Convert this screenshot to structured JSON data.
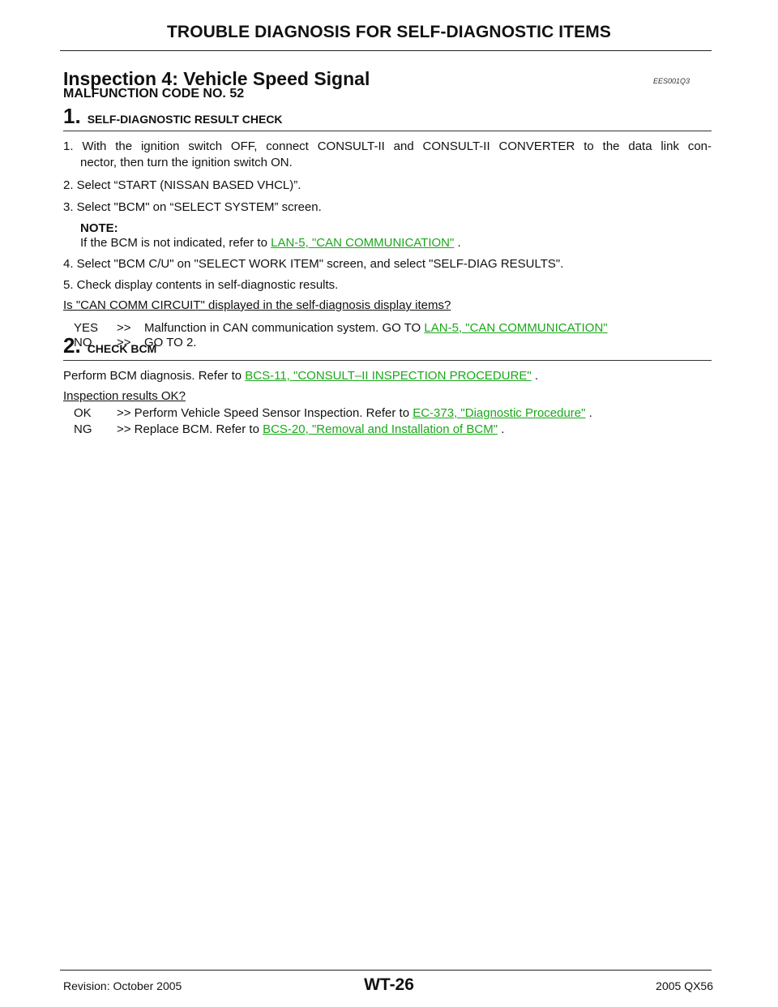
{
  "header": {
    "title": "TROUBLE DIAGNOSIS FOR SELF-DIAGNOSTIC ITEMS"
  },
  "section": {
    "title": "Inspection 4: Vehicle Speed Signal",
    "code": "EES001Q3",
    "subtitle": "MALFUNCTION CODE NO. 52"
  },
  "step1": {
    "num": "1.",
    "title": "SELF-DIAGNOSTIC RESULT CHECK",
    "item1_line1": "1.  With the ignition switch OFF, connect CONSULT-II and CONSULT-II CONVERTER to the data link con-",
    "item1_line2": "nector, then turn the ignition switch ON.",
    "item2": "2.  Select “START (NISSAN BASED VHCL)”.",
    "item3": "3.  Select \"BCM\" on “SELECT SYSTEM” screen.",
    "note_label": "NOTE:",
    "note_text": "If the BCM is not indicated, refer to ",
    "note_link": "LAN-5, \"CAN COMMUNICATION\"",
    "note_tail": " .",
    "item4": "4.  Select \"BCM C/U\" on \"SELECT WORK ITEM\" screen, and select \"SELF-DIAG RESULTS\".",
    "item5": "5.  Check display contents in self-diagnostic results.",
    "question": "Is \"CAN COMM CIRCUIT\" displayed in the self-diagnosis display items?",
    "yes_key": "YES",
    "yes_arrow": ">>",
    "yes_text": "Malfunction in CAN communication system.  GO TO ",
    "yes_link": "LAN-5, \"CAN COMMUNICATION\"",
    "no_key": "NO",
    "no_arrow": ">>",
    "no_text": "GO TO 2."
  },
  "step2": {
    "num": "2.",
    "title": "CHECK BCM",
    "text": "Perform BCM diagnosis. Refer to ",
    "link": "BCS-11, \"CONSULT–II INSPECTION PROCEDURE\"",
    "tail": " .",
    "question": "Inspection results OK?",
    "ok_key": "OK",
    "ok_text": ">> Perform Vehicle Speed Sensor Inspection. Refer to ",
    "ok_link": "EC-373, \"Diagnostic Procedure\"",
    "ok_tail": " .",
    "ng_key": "NG",
    "ng_text": ">> Replace BCM. Refer to ",
    "ng_link": "BCS-20, \"Removal and Installation of BCM\"",
    "ng_tail": " ."
  },
  "footer": {
    "revision": "Revision: October 2005",
    "page": "WT-26",
    "model": "2005 QX56"
  }
}
